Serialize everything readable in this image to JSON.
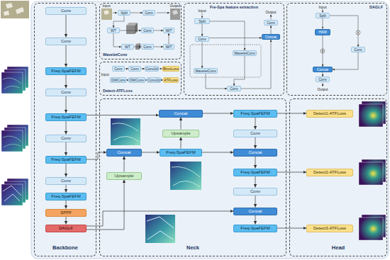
{
  "diagram": {
    "nodes": [
      {
        "text": [
          "Backbone"
        ]
      },
      {
        "text": [
          "Conv"
        ],
        "in": 0
      },
      {
        "text": [
          "Conv"
        ],
        "in": 0
      },
      {
        "text": [
          "Freq-SpaFEFM"
        ],
        "in": 0
      },
      {
        "text": [
          "Conv"
        ],
        "in": 0
      },
      {
        "text": [
          "Freq-SpaFEFM"
        ],
        "in": 0
      },
      {
        "text": [
          "Conv"
        ],
        "in": 0
      },
      {
        "text": [
          "Freq-SpaFEFM"
        ],
        "in": 0
      },
      {
        "text": [
          "Conv"
        ],
        "in": 0
      },
      {
        "text": [
          "Freq-SpaFEFM"
        ],
        "in": 0
      },
      {
        "text": [
          "SPPF"
        ],
        "in": 0
      },
      {
        "text": [
          "DAGLF"
        ],
        "in": 0
      },
      {
        "text": [
          "WaveletConv"
        ]
      },
      {
        "text": [
          "Split"
        ],
        "in": 12
      },
      {
        "text": [
          "Conv"
        ],
        "in": 12
      },
      {
        "text": [
          "WT"
        ],
        "in": 12
      },
      {
        "text": [
          "Conv"
        ],
        "in": 12
      },
      {
        "text": [
          "IWT"
        ],
        "in": 12
      },
      {
        "text": [
          "WT"
        ],
        "in": 12
      },
      {
        "text": [
          "Conv"
        ],
        "in": 12
      },
      {
        "text": [
          "IWT"
        ],
        "in": 12
      },
      {
        "text": [
          "Detect-ATFLoss"
        ]
      },
      {
        "text": [
          "Conv"
        ],
        "in": 21
      },
      {
        "text": [
          "Conv"
        ],
        "in": 21
      },
      {
        "text": [
          "Conv2d"
        ],
        "in": 21
      },
      {
        "text": [
          "BboxLoss"
        ],
        "in": 21
      },
      {
        "text": [
          "DWConv"
        ],
        "in": 21
      },
      {
        "text": [
          "DWConv"
        ],
        "in": 21
      },
      {
        "text": [
          "Conv2d"
        ],
        "in": 21
      },
      {
        "text": [
          "ATFLoss"
        ],
        "in": 21
      },
      {
        "text": [
          "Fre-Spa feature extraction"
        ]
      },
      {
        "text": [
          "Split"
        ],
        "in": 30
      },
      {
        "text": [
          "Conv"
        ],
        "in": 30
      },
      {
        "text": [
          "Concat"
        ],
        "in": 30
      },
      {
        "text": [
          "Conv"
        ],
        "in": 30
      },
      {
        "text": [
          "WaveletConv"
        ],
        "in": 30
      },
      {
        "text": [
          "WaveletConv"
        ],
        "in": 30
      },
      {
        "text": [
          "Conv"
        ],
        "in": 30
      },
      {
        "text": [
          "DAGLF"
        ]
      },
      {
        "text": [
          "Split"
        ],
        "in": 38
      },
      {
        "text": [
          "HAM"
        ],
        "in": 38
      },
      {
        "text": [
          "Conv"
        ],
        "in": 38
      },
      {
        "text": [
          "Concat"
        ],
        "in": 38
      },
      {
        "text": [
          "Conv"
        ],
        "in": 38
      },
      {
        "text": [
          "Neck"
        ]
      },
      {
        "text": [
          "Concat"
        ],
        "in": 44
      },
      {
        "text": [
          "Freq-SpaFEFM"
        ],
        "in": 44
      },
      {
        "text": [
          "Upsample"
        ],
        "in": 44
      },
      {
        "text": [
          "Conv"
        ],
        "in": 44
      },
      {
        "text": [
          "Concat"
        ],
        "in": 44
      },
      {
        "text": [
          "Freq-SpaFEFM"
        ],
        "in": 44
      },
      {
        "text": [
          "Concat"
        ],
        "in": 44
      },
      {
        "text": [
          "Upsample"
        ],
        "in": 44
      },
      {
        "text": [
          "Freq-SpaFEFM"
        ],
        "in": 44
      },
      {
        "text": [
          "Conv"
        ],
        "in": 44
      },
      {
        "text": [
          "Concat"
        ],
        "in": 44
      },
      {
        "text": [
          "Freq-SpaFEFM"
        ],
        "in": 44
      },
      {
        "text": [
          "Head"
        ]
      },
      {
        "text": [
          "Detect1-ATFLoss"
        ],
        "in": 57
      },
      {
        "text": [
          "Detect2-ATFLoss"
        ],
        "in": 57
      },
      {
        "text": [
          "Detect3-ATFLoss"
        ],
        "in": 57
      }
    ],
    "edges": [
      {
        "from": 1,
        "to": 2,
        "arrow": "to"
      },
      {
        "from": 2,
        "to": 3,
        "arrow": "to"
      },
      {
        "from": 3,
        "to": 4,
        "arrow": "to"
      },
      {
        "from": 4,
        "to": 5,
        "arrow": "to"
      },
      {
        "from": 5,
        "to": 6,
        "arrow": "to"
      },
      {
        "from": 6,
        "to": 7,
        "arrow": "to"
      },
      {
        "from": 7,
        "to": 8,
        "arrow": "to"
      },
      {
        "from": 8,
        "to": 9,
        "arrow": "to"
      },
      {
        "from": 9,
        "to": 10,
        "arrow": "to"
      },
      {
        "from": 10,
        "to": 11,
        "arrow": "to"
      },
      {
        "from": 13,
        "to": 14,
        "arrow": "to"
      },
      {
        "from": 13,
        "to": 15,
        "arrow": "to"
      },
      {
        "from": 15,
        "to": 16,
        "arrow": "to"
      },
      {
        "from": 16,
        "to": 17,
        "arrow": "to"
      },
      {
        "from": 15,
        "to": 18,
        "arrow": "to"
      },
      {
        "from": 18,
        "to": 19,
        "arrow": "to"
      },
      {
        "from": 19,
        "to": 20,
        "arrow": "to"
      },
      {
        "from": 20,
        "to": 17,
        "arrow": "to"
      },
      {
        "from": 22,
        "to": 23,
        "arrow": "to"
      },
      {
        "from": 23,
        "to": 24,
        "arrow": "to"
      },
      {
        "from": 24,
        "to": 25,
        "arrow": "to"
      },
      {
        "from": 26,
        "to": 27,
        "arrow": "to"
      },
      {
        "from": 27,
        "to": 28,
        "arrow": "to"
      },
      {
        "from": 28,
        "to": 29,
        "arrow": "to"
      },
      {
        "from": 31,
        "to": 34,
        "arrow": "to"
      },
      {
        "from": 31,
        "to": 35,
        "arrow": "to"
      },
      {
        "from": 34,
        "to": 36,
        "arrow": "to"
      },
      {
        "from": 34,
        "to": 33,
        "arrow": "to"
      },
      {
        "from": 35,
        "to": 37,
        "arrow": "to"
      },
      {
        "from": 36,
        "to": 37,
        "arrow": "to"
      },
      {
        "from": 37,
        "to": 33,
        "arrow": "to"
      },
      {
        "from": 33,
        "to": 32,
        "arrow": "to"
      },
      {
        "from": 39,
        "to": 40,
        "arrow": "to"
      },
      {
        "from": 40,
        "to": 42,
        "arrow": "to"
      },
      {
        "from": 39,
        "to": 41,
        "arrow": "to"
      },
      {
        "from": 41,
        "to": 42,
        "arrow": "to"
      },
      {
        "from": 42,
        "to": 43,
        "arrow": "to"
      },
      {
        "from": 5,
        "to": 45,
        "arrow": "to"
      },
      {
        "from": 7,
        "to": 49,
        "arrow": "to"
      },
      {
        "from": 11,
        "to": 52,
        "arrow": "to"
      },
      {
        "from": 11,
        "to": 55,
        "arrow": "to"
      },
      {
        "from": 52,
        "to": 49,
        "arrow": "to"
      },
      {
        "from": 49,
        "to": 50,
        "arrow": "to"
      },
      {
        "from": 50,
        "to": 47,
        "arrow": "to"
      },
      {
        "from": 47,
        "to": 45,
        "arrow": "to"
      },
      {
        "from": 45,
        "to": 46,
        "arrow": "to"
      },
      {
        "from": 50,
        "to": 51,
        "arrow": "to"
      },
      {
        "from": 46,
        "to": 58,
        "arrow": "to"
      },
      {
        "from": 46,
        "to": 48,
        "arrow": "to"
      },
      {
        "from": 48,
        "to": 51,
        "arrow": "to"
      },
      {
        "from": 51,
        "to": 53,
        "arrow": "to"
      },
      {
        "from": 53,
        "to": 59,
        "arrow": "to"
      },
      {
        "from": 53,
        "to": 54,
        "arrow": "to"
      },
      {
        "from": 54,
        "to": 55,
        "arrow": "to"
      },
      {
        "from": 55,
        "to": 56,
        "arrow": "to"
      },
      {
        "from": 56,
        "to": 60,
        "arrow": "to"
      }
    ],
    "labels": [
      "Input",
      "Output",
      "Input",
      "Input",
      "Output",
      "Input",
      "Output"
    ]
  }
}
